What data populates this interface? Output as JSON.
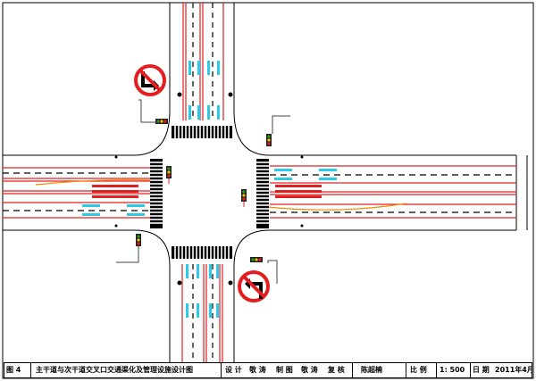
{
  "title_block": {
    "figure_no": "图 4",
    "title": "主干道与次干道交叉口交通渠化及管理设施设计图",
    "design_label": "设 计",
    "designer": "敬 涛",
    "drawing_label": "制 图",
    "drafter": "敬 涛",
    "review_label": "复 核",
    "reviewer": "陈超楠",
    "scale_label": "比 例",
    "scale": "1: 500",
    "date_label": "日 期",
    "date": "2011年4月"
  },
  "colors": {
    "road_edge": "#000000",
    "lane_red": "#e02020",
    "crossing_orange": "#f28c00",
    "arrow_cyan": "#2ec8e8",
    "sign_red": "#e41e1e",
    "light_green": "#22a022",
    "light_yellow": "#f5c000"
  },
  "signs": [
    {
      "id": "no-right-turn",
      "icon": "no-right-turn-sign-icon"
    },
    {
      "id": "no-left-turn",
      "icon": "no-left-turn-sign-icon"
    }
  ]
}
